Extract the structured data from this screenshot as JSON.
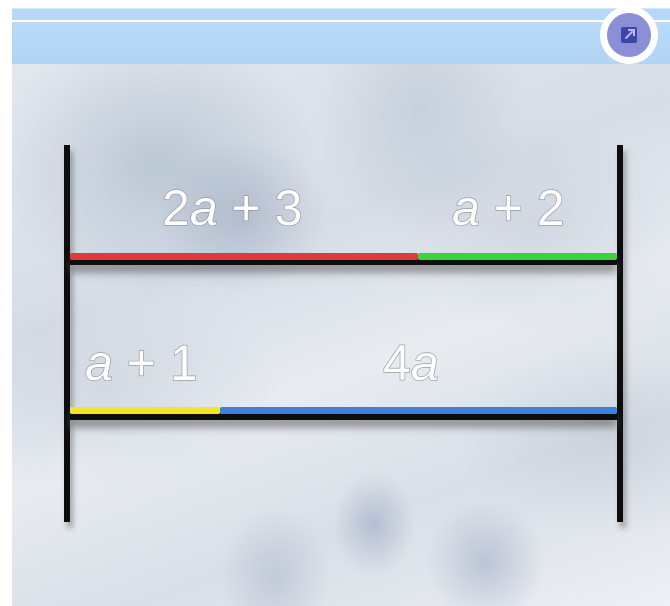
{
  "diagram": {
    "top_bar": {
      "segments": [
        {
          "label_coef": "2",
          "label_var": "a",
          "label_rest": " + 3",
          "color": "#e03a3a"
        },
        {
          "label_coef": "",
          "label_var": "a",
          "label_rest": " + 2",
          "color": "#3ad23a"
        }
      ]
    },
    "bottom_bar": {
      "segments": [
        {
          "label_coef": "",
          "label_var": "a",
          "label_rest": " + 1",
          "color": "#f2e62c"
        },
        {
          "label_coef": "4",
          "label_var": "a",
          "label_rest": "",
          "color": "#3a82d8"
        }
      ]
    }
  },
  "icons": {
    "expand": "expand-icon"
  },
  "colors": {
    "header": "#b6d7f7",
    "expand_button": "#8b8fd6"
  }
}
